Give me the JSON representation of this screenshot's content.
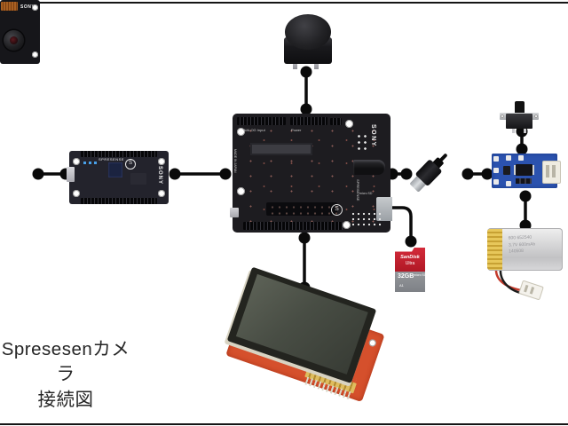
{
  "title": {
    "line1": "Spresesenカメラ",
    "line2": "接続図"
  },
  "components": {
    "camera_module": {
      "kind": "Sony camera board",
      "brand": "SONY"
    },
    "spresense_main_board": {
      "kind": "Spresense main board",
      "brand": "SONY",
      "silk": "SPRESENSE",
      "logo": "S"
    },
    "extension_board": {
      "kind": "Spresense extension board",
      "brand": "SONY",
      "silk": "SPRESENSE",
      "logo": "S",
      "label_analog": "ANALOG Input",
      "label_power": "Power",
      "label_made_in": "MADE IN JAPAN",
      "label_microsd": "micro SD"
    },
    "tact_button": {
      "kind": "push button"
    },
    "usb_cable": {
      "kind": "micro USB cable"
    },
    "slide_switch": {
      "kind": "slide switch"
    },
    "charger_board": {
      "kind": "battery charger board"
    },
    "lipo_battery": {
      "kind": "LiPo battery",
      "line1": "600 652540",
      "line2": "3.7V 600mAh",
      "line3": "140508"
    },
    "sd_card": {
      "kind": "microSD card",
      "brand": "SanDisk",
      "series": "Ultra",
      "capacity": "32GB",
      "logo": "micro SD",
      "speed_class": "A1"
    },
    "tft_lcd": {
      "kind": "TFT LCD module"
    }
  },
  "connections": [
    {
      "from": "camera_module",
      "to": "spresense_main_board"
    },
    {
      "from": "spresense_main_board",
      "to": "extension_board"
    },
    {
      "from": "tact_button",
      "to": "extension_board"
    },
    {
      "from": "extension_board",
      "to": "usb_cable"
    },
    {
      "from": "usb_cable",
      "to": "charger_board"
    },
    {
      "from": "extension_board",
      "to": "sd_card"
    },
    {
      "from": "extension_board",
      "to": "tft_lcd"
    },
    {
      "from": "slide_switch",
      "to": "charger_board"
    },
    {
      "from": "charger_board",
      "to": "lipo_battery"
    }
  ],
  "colors": {
    "connector": "#0a0a0a",
    "canvas": "#ffffff",
    "pcb_dark": "#1d1c20",
    "pcb_navy": "#23232c",
    "pcb_blue": "#2b52ae",
    "lcd_red": "#d5502c",
    "sd_red": "#c6212f",
    "sd_gray": "#8e9094",
    "battery_silver": "#d8d8d8",
    "battery_yellow": "#e2c14e"
  }
}
